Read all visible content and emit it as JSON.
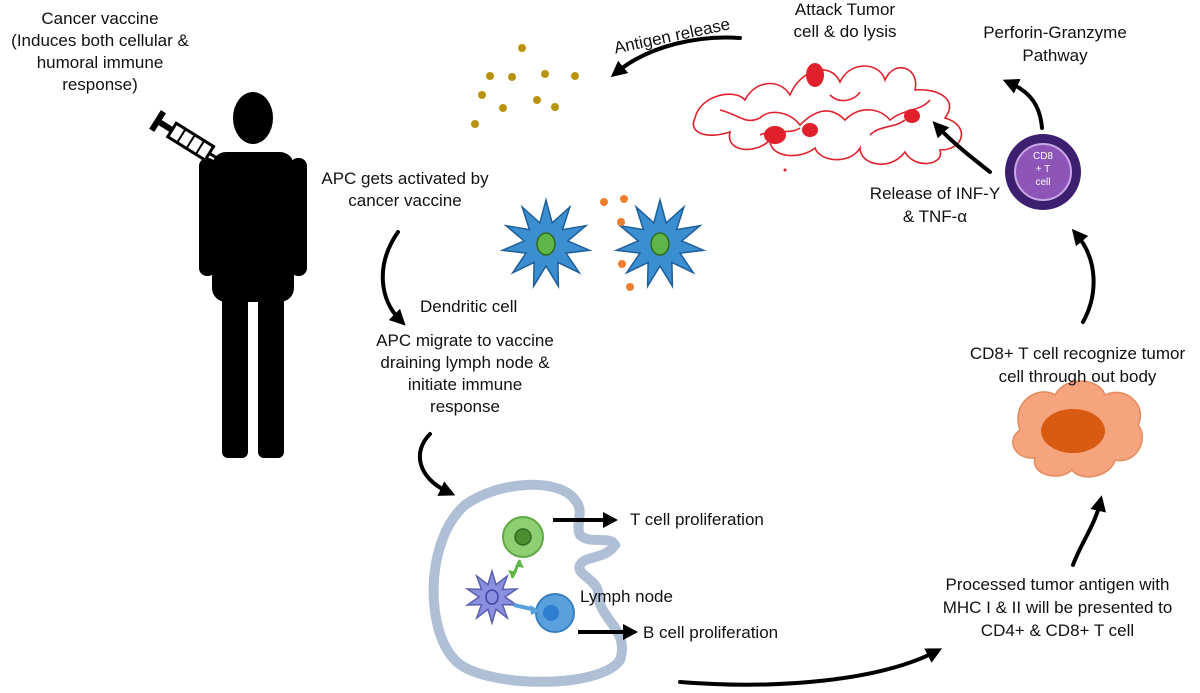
{
  "labels": {
    "vaccine_line1": "Cancer vaccine",
    "vaccine_line2": "(Induces both cellular &",
    "vaccine_line3": "humoral immune",
    "vaccine_line4": "response)",
    "apc_activated_line1": "APC gets activated by",
    "apc_activated_line2": "cancer vaccine",
    "dendritic_cell": "Dendritic cell",
    "apc_migrate_line1": "APC migrate to vaccine",
    "apc_migrate_line2": "draining lymph node &",
    "apc_migrate_line3": "initiate immune",
    "apc_migrate_line4": "response",
    "t_cell_proliferation": "T cell proliferation",
    "lymph_node": "Lymph node",
    "b_cell_proliferation": "B cell proliferation",
    "processed_line1": "Processed tumor antigen with",
    "processed_line2": "MHC I & II will be presented to",
    "processed_line3": "CD4+ & CD8+ T cell",
    "recognize_line1": "CD8+ T cell recognize tumor",
    "recognize_line2": "cell through out body",
    "release_line1": "Release of INF-Y",
    "release_line2": "& TNF-α",
    "perforin_line1": "Perforin-Granzyme",
    "perforin_line2": "Pathway",
    "attack_line1": "Attack Tumor",
    "attack_line2": "cell & do lysis",
    "antigen_release": "Antigen release",
    "cd8_line1": "CD8",
    "cd8_line2": "+ T",
    "cd8_line3": "cell"
  },
  "colors": {
    "dendritic_fill": "#3b8fd1",
    "dendritic_nucleus": "#5fb548",
    "antigen_dot": "#b8930f",
    "orange_dot": "#ef7f2e",
    "tumor_red": "#e0202a",
    "cd8_outer": "#3c1f6e",
    "cd8_inner": "#8e55b8",
    "t_cell_green": "#8fcf73",
    "b_cell_blue": "#5aa0dc",
    "apc_purple": "#8b8fe0",
    "tumor_cell_fill": "#f6a47e",
    "tumor_nucleus": "#d95b12",
    "lymph_outline": "#aebfd6"
  }
}
